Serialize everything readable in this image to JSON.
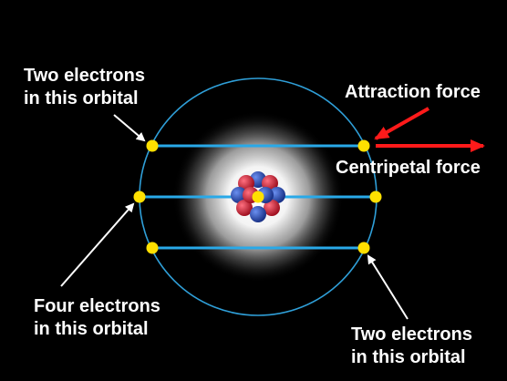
{
  "labels": {
    "top_left": {
      "line1": "Two electrons",
      "line2": "in this orbital"
    },
    "attraction": "Attraction force",
    "centripetal": "Centripetal force",
    "bottom_left": {
      "line1": "Four electrons",
      "line2": "in this orbital"
    },
    "bottom_right": {
      "line1": "Two electrons",
      "line2": "in this orbital"
    }
  },
  "orbitals": [
    {
      "name": "top orbital",
      "electron_count": 2
    },
    {
      "name": "middle orbital",
      "electron_count": 4
    },
    {
      "name": "bottom orbital",
      "electron_count": 2
    }
  ],
  "colors": {
    "background": "#000000",
    "orbit": "#2f9fd8",
    "orbital_line": "#29a9e8",
    "electron": "#ffe000",
    "arrow_red": "#ff1a1a",
    "proton": "#d32035",
    "neutron": "#2a55c2",
    "label": "#ffffff"
  }
}
